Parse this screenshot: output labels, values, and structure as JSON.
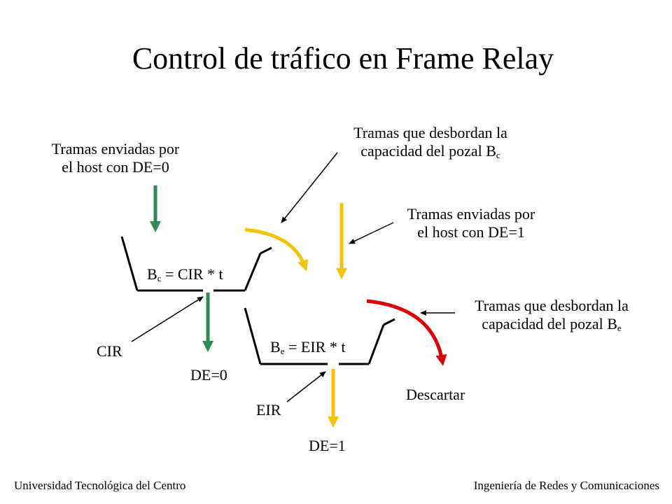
{
  "title": "Control de tráfico en Frame Relay",
  "labels": {
    "sent_de0": [
      "Tramas enviadas por",
      "el host con DE=0"
    ],
    "overflow_bc_line1": "Tramas que desbordan la",
    "overflow_bc_line2": "capacidad del pozal B",
    "overflow_bc_sub": "c",
    "sent_de1": [
      "Tramas enviadas por",
      "el host con DE=1"
    ],
    "overflow_be_line1": "Tramas que desbordan la",
    "overflow_be_line2": "capacidad del pozal B",
    "overflow_be_sub": "e",
    "bc_formula_prefix": "B",
    "bc_formula_sub": "c",
    "bc_formula_rest": " = CIR * t",
    "be_formula_prefix": "B",
    "be_formula_sub": "e",
    "be_formula_rest": " = EIR * t",
    "cir": "CIR",
    "eir": "EIR",
    "de0_output": "DE=0",
    "de1_output": "DE=1",
    "discard": "Descartar"
  },
  "footer": {
    "left": "Universidad Tecnológica del Centro",
    "right": "Ingeniería de Redes y Comunicaciones"
  },
  "colors": {
    "green": "#2e8b57",
    "yellow": "#f5c400",
    "red": "#dd0000",
    "black": "#000000"
  }
}
